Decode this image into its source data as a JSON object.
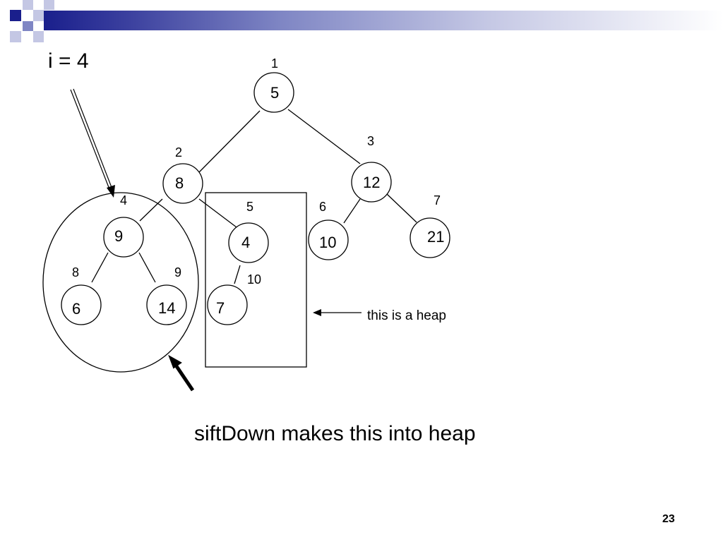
{
  "slide": {
    "i_label": "i = 4",
    "caption": "siftDown makes this into heap",
    "page_number": "23"
  },
  "annotations": {
    "heap_note": "this is a heap"
  },
  "tree": {
    "nodes": [
      {
        "value": "5",
        "index": "1"
      },
      {
        "value": "8",
        "index": "2"
      },
      {
        "value": "12",
        "index": "3"
      },
      {
        "value": "9",
        "index": "4"
      },
      {
        "value": "4",
        "index": "5"
      },
      {
        "value": "10",
        "index": "6"
      },
      {
        "value": "21",
        "index": "7"
      },
      {
        "value": "6",
        "index": "8"
      },
      {
        "value": "14",
        "index": "9"
      },
      {
        "value": "7",
        "index": "10"
      }
    ]
  },
  "colors": {
    "header_dark": "#1a1f8c",
    "header_mid": "#7f86c4",
    "header_light": "#c4c7e4"
  }
}
